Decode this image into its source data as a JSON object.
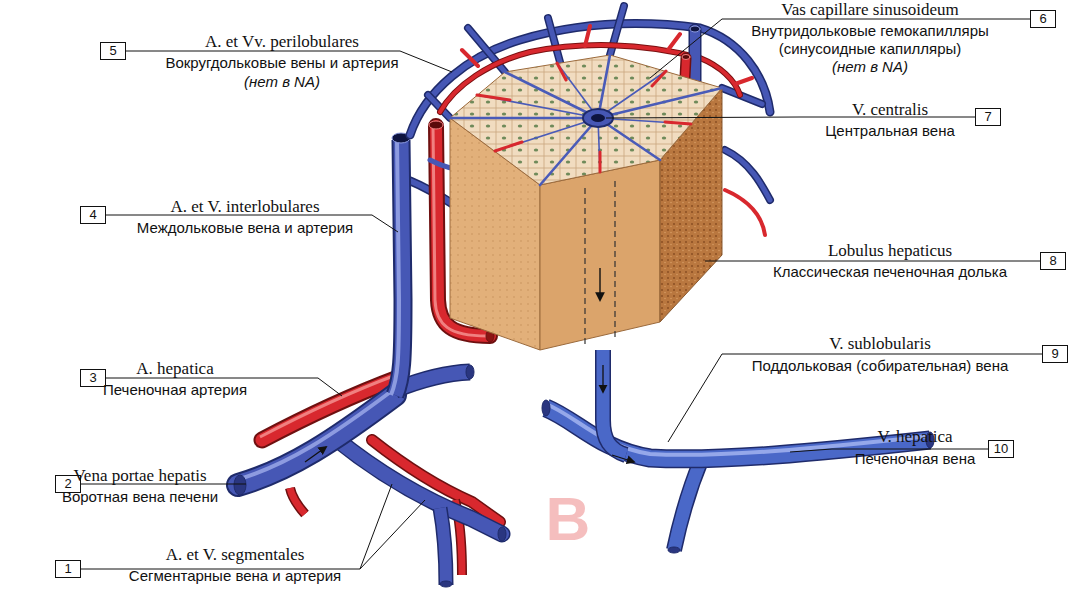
{
  "diagram": {
    "nodes": [
      {
        "text": [
          "6"
        ]
      },
      {
        "text": [
          "5"
        ]
      },
      {
        "text": [
          "7"
        ]
      },
      {
        "text": [
          "4"
        ]
      },
      {
        "text": [
          "8"
        ]
      },
      {
        "text": [
          "9"
        ]
      },
      {
        "text": [
          "3"
        ]
      },
      {
        "text": [
          "10"
        ]
      },
      {
        "text": [
          "2"
        ]
      },
      {
        "text": [
          "1"
        ]
      }
    ],
    "labels": [
      "A. et Vv. perilobulares",
      "Вокругдольковые вены и артерия",
      "(нет в NA)",
      "Vas capillare sinusoideum",
      "Внутридольковые гемокапилляры (синусоидные капилляры)",
      "(нет в NA)",
      "V. centralis",
      "Центральная вена",
      "A. et V. interlobulares",
      "Междольковые вена и артерия",
      "Lobulus hepaticus",
      "Классическая печеночная долька",
      "V. sublobularis",
      "Поддольковая (собирательная) вена",
      "A. hepatica",
      "Печеночная артерия",
      "V. hepatica",
      "Печеночная вена",
      "Vena portae hepatis",
      "Воротная вена печени",
      "В",
      "A. et V. segmentales",
      "Сегментарные вена и артерия"
    ]
  }
}
